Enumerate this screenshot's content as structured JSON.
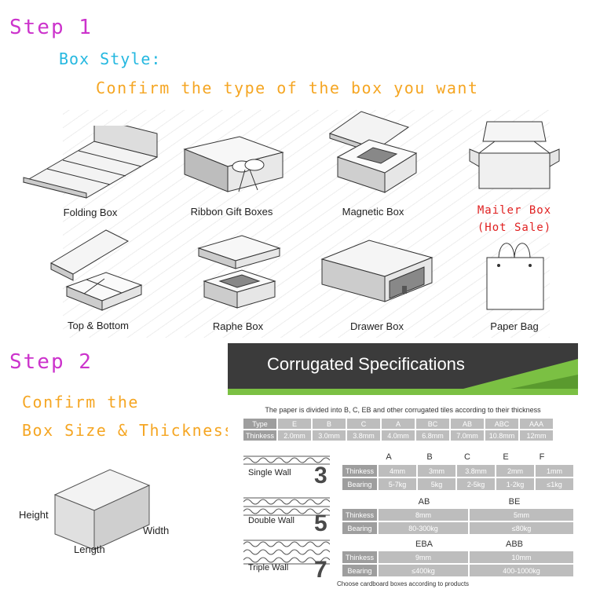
{
  "step1": {
    "title": "Step 1",
    "subtitle": "Box Style:",
    "instruction": "Confirm the type of the box you want"
  },
  "boxes": [
    {
      "name": "Folding Box"
    },
    {
      "name": "Ribbon Gift Boxes"
    },
    {
      "name": "Magnetic Box"
    },
    {
      "name": "Mailer Box",
      "badge": "(Hot Sale)"
    },
    {
      "name": "Top & Bottom"
    },
    {
      "name": "Raphe Box"
    },
    {
      "name": "Drawer Box"
    },
    {
      "name": "Paper Bag"
    }
  ],
  "step2": {
    "title": "Step 2",
    "line1": "Confirm the",
    "line2": "Box Size & Thickness"
  },
  "dimensions": {
    "height": "Height",
    "width": "Width",
    "length": "Length"
  },
  "colors": {
    "step": "#cc33cc",
    "subtitle": "#25b8e0",
    "instruction": "#f5a623",
    "hot": "#e02020",
    "panel_dark": "#3b3b3b",
    "panel_green": "#7bc043"
  },
  "spec": {
    "title": "Corrugated Specifications",
    "description": "The paper is divided into B, C, EB and other corrugated tiles according to their thickness",
    "type_row": {
      "label": "Type",
      "values": [
        "E",
        "B",
        "C",
        "A",
        "BC",
        "AB",
        "ABC",
        "AAA"
      ]
    },
    "thickness_row": {
      "label": "Thinkess",
      "values": [
        "2.0mm",
        "3.0mm",
        "3.8mm",
        "4.0mm",
        "6.8mm",
        "7.0mm",
        "10.8mm",
        "12mm"
      ]
    },
    "single_wall": {
      "label": "Single Wall",
      "number": "3",
      "headers": [
        "A",
        "B",
        "C",
        "E",
        "F"
      ],
      "thickness_label": "Thinkess",
      "thickness": [
        "4mm",
        "3mm",
        "3.8mm",
        "2mm",
        "1mm"
      ],
      "bearing_label": "Bearing",
      "bearing": [
        "5-7kg",
        "5kg",
        "2-5kg",
        "1-2kg",
        "≤1kg"
      ]
    },
    "double_wall": {
      "label": "Double Wall",
      "number": "5",
      "headers": [
        "AB",
        "BE"
      ],
      "thickness_label": "Thinkess",
      "thickness": [
        "8mm",
        "5mm"
      ],
      "bearing_label": "Bearing",
      "bearing": [
        "80-300kg",
        "≤80kg"
      ]
    },
    "triple_wall": {
      "label": "Triple Wall",
      "number": "7",
      "headers": [
        "EBA",
        "ABB"
      ],
      "thickness_label": "Thinkess",
      "thickness": [
        "9mm",
        "10mm"
      ],
      "bearing_label": "Bearing",
      "bearing": [
        "≤400kg",
        "400-1000kg"
      ]
    },
    "footer": "Choose cardboard boxes according to products"
  }
}
